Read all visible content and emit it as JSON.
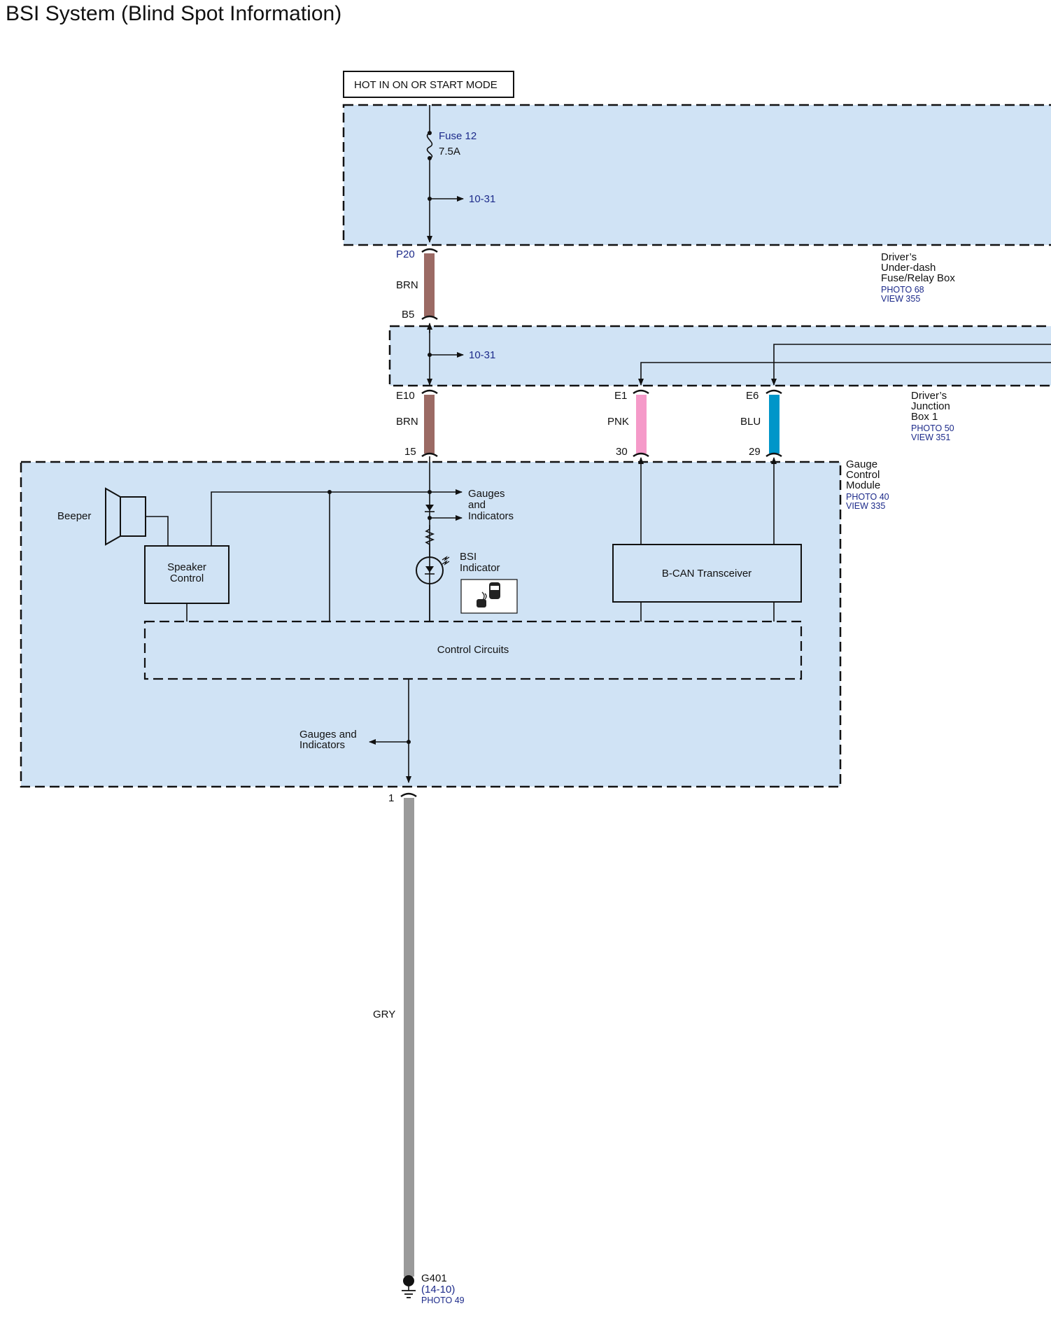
{
  "title": "BSI System (Blind Spot Information)",
  "power_label": "HOT IN ON OR START MODE",
  "fuse": {
    "name": "Fuse 12",
    "rating": "7.5A"
  },
  "refs": {
    "ref_a": "10-31",
    "ref_b": "10-31"
  },
  "underdash_box": {
    "name_lines": [
      "Driver’s",
      "Under-dash",
      "Fuse/Relay Box"
    ],
    "photo": "PHOTO 68",
    "view": "VIEW 355"
  },
  "junction_box": {
    "name_lines": [
      "Driver’s",
      "Junction",
      "Box 1"
    ],
    "photo": "PHOTO 50",
    "view": "VIEW 351"
  },
  "gauge_module": {
    "name_lines": [
      "Gauge",
      "Control",
      "Module"
    ],
    "photo": "PHOTO 40",
    "view": "VIEW 335"
  },
  "terminals": {
    "p20": "P20",
    "b5": "B5",
    "e10": "E10",
    "e1": "E1",
    "e6": "E6",
    "t15": "15",
    "t30": "30",
    "t29": "29",
    "t1": "1"
  },
  "wires": {
    "w1": {
      "label": "BRN",
      "color": "#9b6a64"
    },
    "w2": {
      "label": "BRN",
      "color": "#9b6a64"
    },
    "w3": {
      "label": "PNK",
      "color": "#f59ac9"
    },
    "w4": {
      "label": "BLU",
      "color": "#0096c9"
    },
    "w5": {
      "label": "GRY",
      "color": "#9a9a9a"
    }
  },
  "module_parts": {
    "beeper": "Beeper",
    "speaker_control_lines": [
      "Speaker",
      "Control"
    ],
    "gauges_top_lines": [
      "Gauges",
      "and",
      "Indicators"
    ],
    "bsi_indicator_lines": [
      "BSI",
      "Indicator"
    ],
    "bcan": "B-CAN Transceiver",
    "control_circuits": "Control Circuits",
    "gauges_bottom_lines": [
      "Gauges and",
      "Indicators"
    ]
  },
  "ground": {
    "name": "G401",
    "ref": "(14-10)",
    "photo": "PHOTO 49"
  },
  "colors": {
    "box_fill": "#d0e3f5",
    "blue_text": "#1c2a8a"
  }
}
